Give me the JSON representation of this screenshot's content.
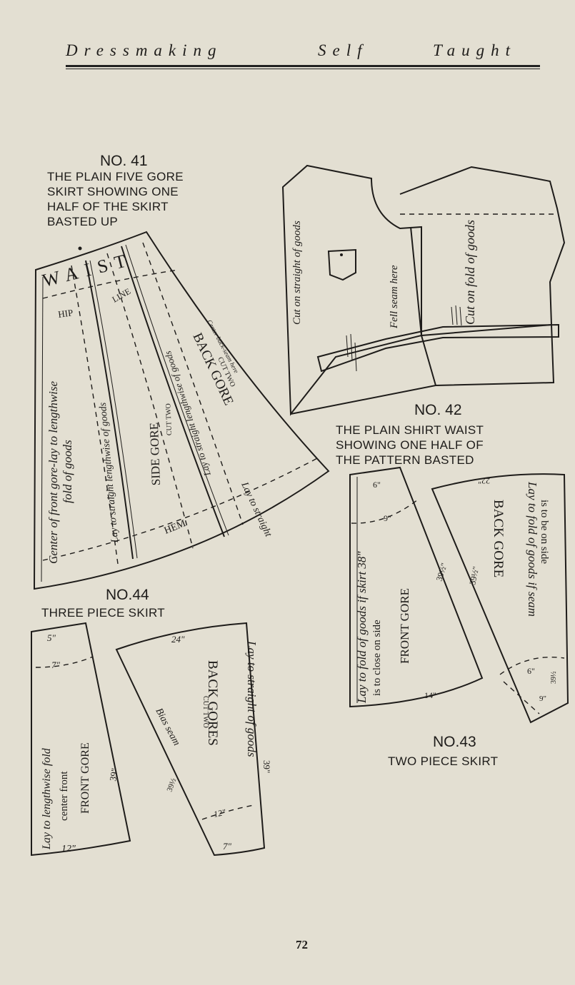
{
  "header": {
    "word1": "Dressmaking",
    "word2": "Self",
    "word3": "Taught"
  },
  "page_number": "72",
  "fig41": {
    "number": "NO. 41",
    "caption": [
      "THE PLAIN FIVE GORE",
      "SKIRT SHOWING ONE",
      "HALF OF THE SKIRT",
      "BASTED UP"
    ],
    "labels": {
      "waist": "WAIST",
      "hip": "HIP",
      "line": "LINE",
      "hem": "HEM",
      "center_front": "Center of front gore-lay to lengthwise",
      "fold": "fold of goods",
      "lay_lengthwise": "Lay to straight lengthwise of goods",
      "side_gore": "SIDE GORE",
      "side_cut": "CUT TWO",
      "straight_lengthwise": "Lay to straight lengthwise of goods",
      "back_gore": "BACK GORE",
      "back_cut": "CUT TWO",
      "center_back": "Center back-seam here",
      "lay_straight": "Lay to straight"
    }
  },
  "fig42": {
    "number": "NO. 42",
    "caption": [
      "THE PLAIN SHIRT WAIST",
      "SHOWING ONE HALF OF",
      "THE PATTERN BASTED"
    ],
    "labels": {
      "cut_straight": "Cut on straight of goods",
      "fell_seam": "Fell seam here",
      "cut_fold": "Cut on fold of goods"
    }
  },
  "fig43": {
    "number": "NO.43",
    "caption": "TWO PIECE SKIRT",
    "labels": {
      "lay_fold_front": "Lay to fold of goods if skirt 38\"",
      "close_side": "is to close on side",
      "front_gore": "FRONT GORE",
      "m6": "6\"",
      "m9": "9\"",
      "m39_front": "39½\"",
      "m14": "14\"",
      "lay_fold_back": "Lay to fold of goods if seam",
      "be_onside": "is to be on side",
      "back_gore": "BACK GORE",
      "m22": "22\"",
      "m39_back": "39½\"",
      "m6b": "6\"",
      "m9b": "9\"",
      "m39b": "39½"
    }
  },
  "fig44": {
    "number": "NO.44",
    "caption": "THREE PIECE SKIRT",
    "labels": {
      "m5": "5\"",
      "m7": "7\"",
      "m39": "39\"",
      "m12": "12\"",
      "lay_lengthwise": "Lay to lengthwise fold",
      "center_front": "center front",
      "front_gore": "FRONT GORE",
      "m24": "24\"",
      "back_gores": "BACK GORES",
      "cut_two": "CUT TWO",
      "bias_seam": "Bias seam",
      "m39half": "39½",
      "lay_straight": "Lay to straight of goods",
      "m39b": "39\"",
      "m12b": "12\"",
      "m7b": "7\""
    }
  }
}
